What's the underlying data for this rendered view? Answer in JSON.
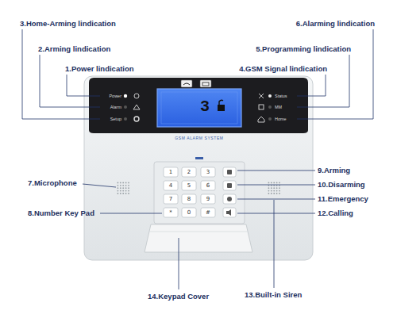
{
  "diagram": {
    "labels": [
      "3.Home-Arming lindication",
      "6.Alarming lindication",
      "2.Arming lindication",
      "5.Programming lindication",
      "1.Power lindication",
      "4.GSM Signal lindication",
      "Power",
      "Status",
      "Alarm",
      "MM",
      "Setup",
      "Home",
      "3",
      "GSM ALARM SYSTEM",
      "1",
      "2",
      "3",
      "9.Arming",
      "7.Microphone",
      "4",
      "5",
      "6",
      "10.Disarming",
      "11.Emergency",
      "7",
      "8",
      "9",
      "8.Number Key Pad",
      "*",
      "0",
      "#",
      "12.Calling",
      "14.Keypad Cover",
      "13.Built-in Siren"
    ]
  }
}
